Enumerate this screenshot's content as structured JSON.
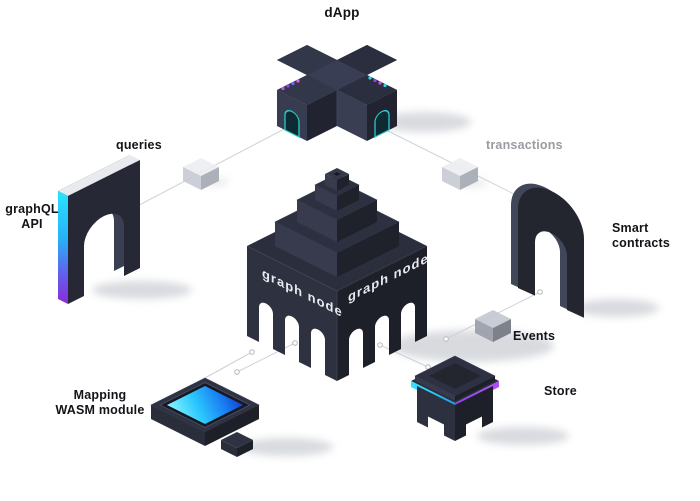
{
  "diagram": {
    "labels": {
      "dapp": "dApp",
      "queries": "queries",
      "transactions": "transactions",
      "graphql_api": [
        "graphQL",
        "API"
      ],
      "smart_contracts": [
        "Smart",
        "contracts"
      ],
      "graph_node_left": "graph node",
      "graph_node_right": "graph node",
      "events": "Events",
      "store": "Store",
      "mapping": [
        "Mapping",
        "WASM module"
      ]
    },
    "colors": {
      "structure_top": "#2d3040",
      "structure_left": "#373b4d",
      "structure_right": "#1f212b",
      "accent_cyan": "#2ae4ff",
      "accent_purple": "#8b2bd9",
      "accent_teal": "#2cc9c9",
      "screen_blue": "#0b3fd0",
      "connector_line": "#cdd0d5",
      "transactions_text": "#9b9ba1",
      "label_text": "#131318"
    }
  }
}
